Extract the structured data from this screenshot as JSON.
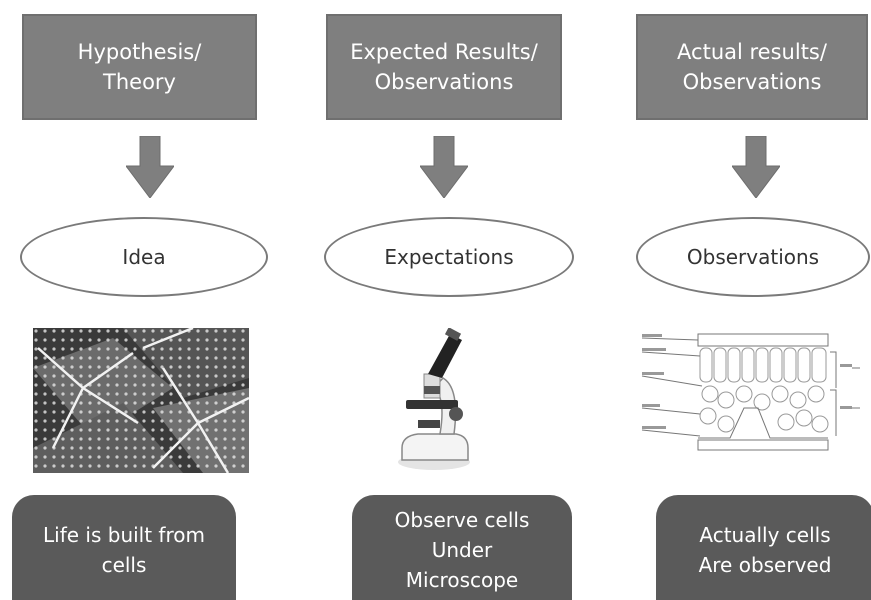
{
  "columns": [
    {
      "top": [
        "Hypothesis/",
        "Theory"
      ],
      "ellipse": "Idea",
      "image": "leaf-cells-photo",
      "bottom": [
        "Life is built from",
        "cells"
      ]
    },
    {
      "top": [
        "Expected Results/",
        "Observations"
      ],
      "ellipse": "Expectations",
      "image": "microscope-photo",
      "bottom": [
        "Observe cells",
        "Under",
        "Microscope"
      ]
    },
    {
      "top": [
        "Actual results/",
        "Observations"
      ],
      "ellipse": "Observations",
      "image": "leaf-cross-section-diagram",
      "bottom": [
        "Actually cells",
        "Are observed"
      ]
    }
  ],
  "colors": {
    "top_box": "#7f7f7f",
    "arrow": "#7f7f7f",
    "bottom_box": "#5a5a5a"
  }
}
